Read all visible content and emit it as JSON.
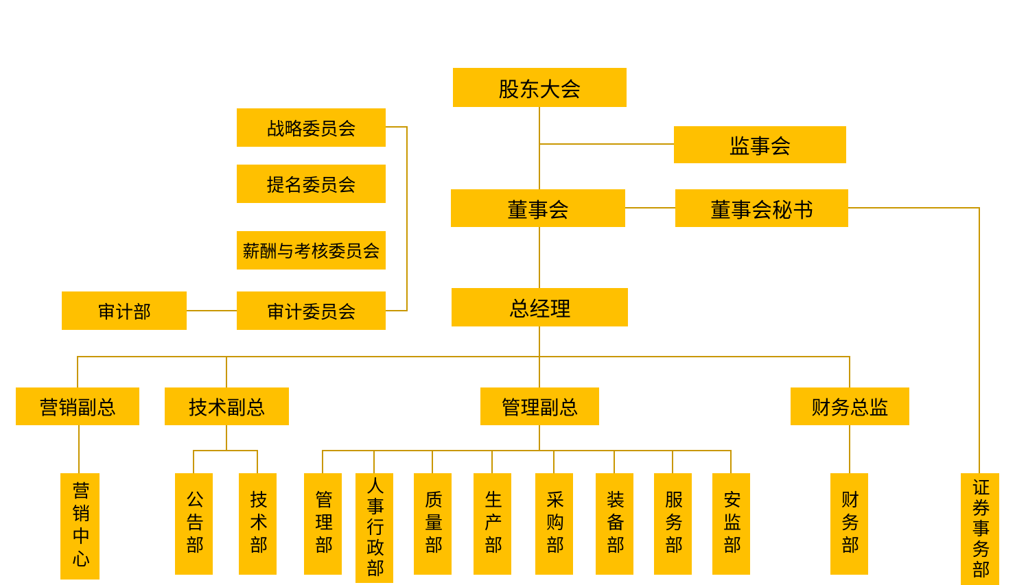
{
  "diagram": {
    "type": "org-chart",
    "colors": {
      "box_fill": "#FFC000",
      "line": "#C99700",
      "text": "#000000",
      "background": "#FFFFFF"
    },
    "nodes": {
      "shareholders": {
        "label": "股东大会"
      },
      "supervisory": {
        "label": "监事会"
      },
      "board": {
        "label": "董事会"
      },
      "board_secretary": {
        "label": "董事会秘书"
      },
      "strategy_committee": {
        "label": "战略委员会"
      },
      "nomination_committee": {
        "label": "提名委员会"
      },
      "remuneration_committee": {
        "label": "薪酬与考核委员会"
      },
      "audit_committee": {
        "label": "审计委员会"
      },
      "audit_dept": {
        "label": "审计部"
      },
      "general_manager": {
        "label": "总经理"
      },
      "marketing_vp": {
        "label": "营销副总"
      },
      "tech_vp": {
        "label": "技术副总"
      },
      "management_vp": {
        "label": "管理副总"
      },
      "cfo": {
        "label": "财务总监"
      },
      "marketing_center": {
        "label": "营销中心"
      },
      "announcement_dept": {
        "label": "公告部"
      },
      "tech_dept": {
        "label": "技术部"
      },
      "management_dept": {
        "label": "管理部"
      },
      "hr_admin_dept": {
        "label": "人事行政部"
      },
      "quality_dept": {
        "label": "质量部"
      },
      "production_dept": {
        "label": "生产部"
      },
      "procurement_dept": {
        "label": "采购部"
      },
      "equipment_dept": {
        "label": "装备部"
      },
      "service_dept": {
        "label": "服务部"
      },
      "safety_dept": {
        "label": "安监部"
      },
      "finance_dept": {
        "label": "财务部"
      },
      "securities_dept": {
        "label": "证券事务部"
      }
    },
    "edges": [
      {
        "from": "shareholders",
        "to": "board"
      },
      {
        "from": "shareholders",
        "to": "supervisory"
      },
      {
        "from": "board",
        "to": "board_secretary"
      },
      {
        "from": "board_secretary",
        "to": "securities_dept"
      },
      {
        "from": "board",
        "to": "general_manager"
      },
      {
        "from": "strategy_committee",
        "to": "audit_committee"
      },
      {
        "from": "audit_committee",
        "to": "audit_dept"
      },
      {
        "from": "general_manager",
        "to": "marketing_vp"
      },
      {
        "from": "general_manager",
        "to": "tech_vp"
      },
      {
        "from": "general_manager",
        "to": "management_vp"
      },
      {
        "from": "general_manager",
        "to": "cfo"
      },
      {
        "from": "marketing_vp",
        "to": "marketing_center"
      },
      {
        "from": "tech_vp",
        "to": "announcement_dept"
      },
      {
        "from": "tech_vp",
        "to": "tech_dept"
      },
      {
        "from": "management_vp",
        "to": "management_dept"
      },
      {
        "from": "management_vp",
        "to": "hr_admin_dept"
      },
      {
        "from": "management_vp",
        "to": "quality_dept"
      },
      {
        "from": "management_vp",
        "to": "production_dept"
      },
      {
        "from": "management_vp",
        "to": "procurement_dept"
      },
      {
        "from": "management_vp",
        "to": "equipment_dept"
      },
      {
        "from": "management_vp",
        "to": "service_dept"
      },
      {
        "from": "management_vp",
        "to": "safety_dept"
      },
      {
        "from": "cfo",
        "to": "finance_dept"
      }
    ]
  }
}
